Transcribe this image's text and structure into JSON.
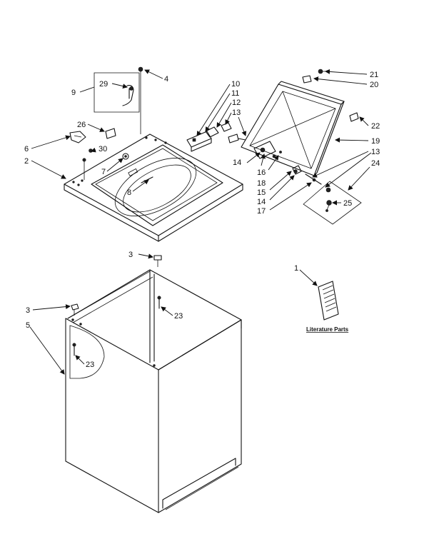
{
  "callouts": {
    "c1": "1",
    "c2": "2",
    "c3a": "3",
    "c3b": "3",
    "c4": "4",
    "c5": "5",
    "c6": "6",
    "c7": "7",
    "c8": "8",
    "c9": "9",
    "c10": "10",
    "c11": "11",
    "c12": "12",
    "c13a": "13",
    "c13b": "13",
    "c14a": "14",
    "c14b": "14",
    "c15": "15",
    "c16": "16",
    "c17": "17",
    "c18": "18",
    "c19": "19",
    "c20": "20",
    "c21": "21",
    "c22": "22",
    "c23a": "23",
    "c23b": "23",
    "c24": "24",
    "c25": "25",
    "c26": "26",
    "c29": "29",
    "c30": "30"
  },
  "literature_label": "Literature Parts"
}
